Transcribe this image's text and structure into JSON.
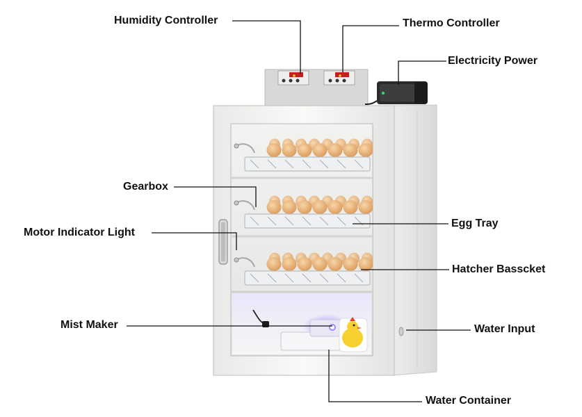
{
  "labels": {
    "humidity_controller": "Humidity Controller",
    "thermo_controller": "Thermo Controller",
    "electricity_power": "Electricity Power",
    "gearbox": "Gearbox",
    "motor_indicator_light": "Motor Indicator Light",
    "mist_maker": "Mist Maker",
    "egg_tray": "Egg Tray",
    "hatcher_basket": "Hatcher Basscket",
    "water_input": "Water Input",
    "water_container": "Water Container"
  },
  "colors": {
    "cabinet": "#f3f3f1",
    "egg": "#e8b27a",
    "rack": "#eef0f2",
    "mist_glow": "#8a72ff",
    "chick": "#f6d12f",
    "leader_line": "#111111"
  },
  "icons": [
    "incubator-cabinet",
    "egg-icon",
    "chick-icon",
    "power-adapter-icon",
    "controller-box-icon"
  ]
}
